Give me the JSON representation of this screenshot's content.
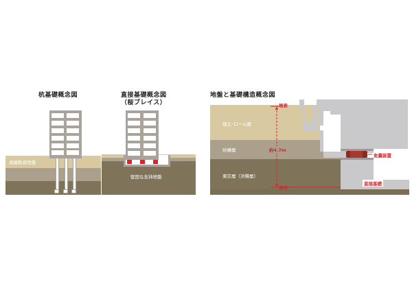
{
  "colors": {
    "topsoil": "#d8c9a0",
    "sand_gravel": "#aba08c",
    "tokyo_layer": "#7f7359",
    "bottom_strip": "#7a6e55",
    "concrete": "#c9c9cb",
    "building_frame": "#a9a39c",
    "accent_red": "#e0202a",
    "isolator": "#8a2a22"
  },
  "diagrams": [
    {
      "title": "杭基礎概念図",
      "labels": {
        "soft_ground": "表層軟弱地盤"
      }
    },
    {
      "title": "直接基礎概念図",
      "subtitle": "（桜ブレイス）",
      "labels": {
        "support_ground": "堅固な支持地盤"
      }
    },
    {
      "title": "地盤と基礎構造概念図",
      "labels": {
        "ground_surface": "地表",
        "fill_loam": "埋土･ローム層",
        "sand_gravel": "砂礫層",
        "depth": "約4.7m",
        "tokyo_layer": "東京層（洪積層）",
        "floor_level": "床付",
        "isolator": "免震装置",
        "direct_foundation": "直接基礎"
      }
    }
  ]
}
